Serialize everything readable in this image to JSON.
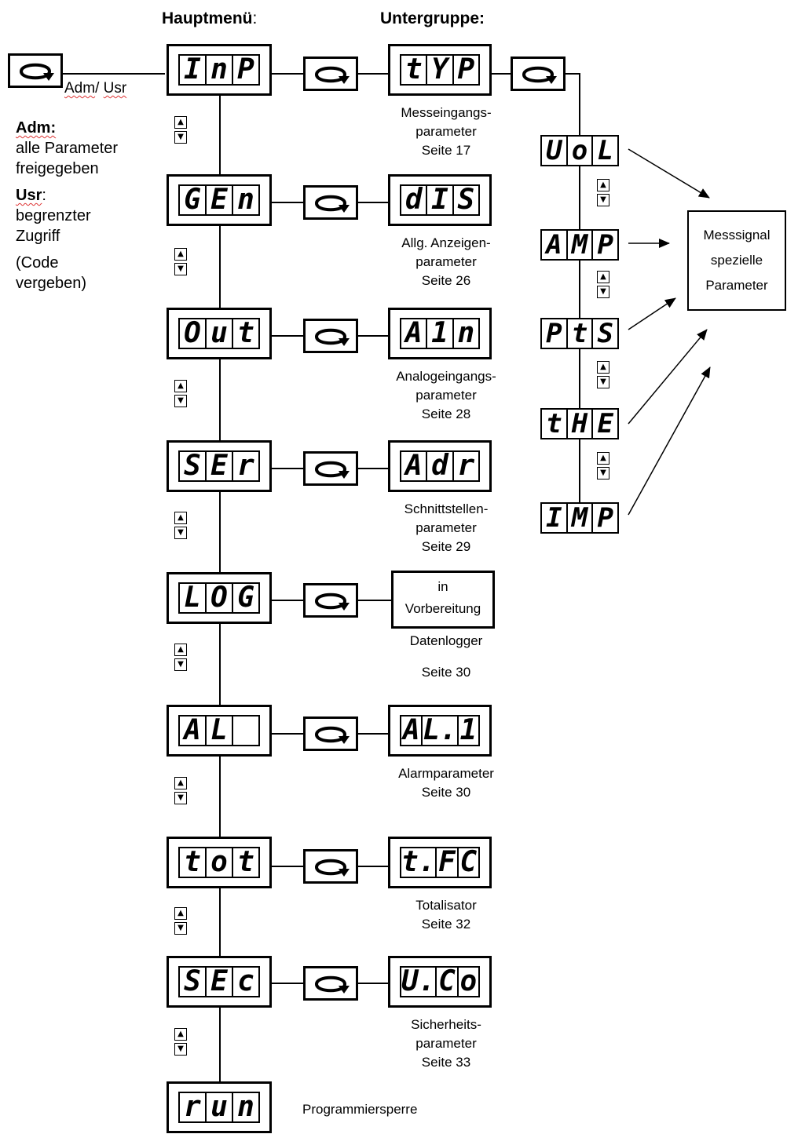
{
  "headings": {
    "main": "Hauptmenü",
    "main_colon": ":",
    "sub": "Untergruppe:"
  },
  "entry": {
    "label_adm": "Adm",
    "label_sep": "/",
    "label_usr": "Usr"
  },
  "notes": {
    "adm_title": "Adm:",
    "adm_line1": "alle Parameter",
    "adm_line2": "freigegeben",
    "usr_title": "Usr",
    "usr_colon": ":",
    "usr_line1": "begrenzter",
    "usr_line2": "Zugriff",
    "code_line1": "(Code",
    "code_line2": "vergeben)"
  },
  "main_menu": [
    {
      "code": [
        "I",
        "n",
        "P"
      ]
    },
    {
      "code": [
        "G",
        "E",
        "n"
      ]
    },
    {
      "code": [
        "O",
        "u",
        "t"
      ]
    },
    {
      "code": [
        "S",
        "E",
        "r"
      ]
    },
    {
      "code": [
        "L",
        "O",
        "G"
      ]
    },
    {
      "code": [
        "A",
        "L",
        " "
      ]
    },
    {
      "code": [
        "t",
        "o",
        "t"
      ]
    },
    {
      "code": [
        "S",
        "E",
        "c"
      ]
    },
    {
      "code": [
        "r",
        "u",
        "n"
      ]
    }
  ],
  "sub_menu": [
    {
      "code": [
        "t",
        "Y",
        "P"
      ],
      "caption": [
        "Messeingangs-",
        "parameter",
        "Seite 17"
      ]
    },
    {
      "code": [
        "d",
        "I",
        "S"
      ],
      "caption": [
        "Allg. Anzeigen-",
        "parameter",
        "Seite 26"
      ]
    },
    {
      "code": [
        "A",
        "1",
        "n"
      ],
      "caption": [
        "Analogeingangs-",
        "parameter",
        "Seite 28"
      ]
    },
    {
      "code": [
        "A",
        "d",
        "r"
      ],
      "caption": [
        "Schnittstellen-",
        "parameter",
        "Seite 29"
      ]
    },
    {
      "text": [
        "in",
        "Vorbereitung"
      ],
      "caption": [
        "Datenlogger",
        "",
        "Seite 30"
      ]
    },
    {
      "code": [
        "A",
        "L.",
        "1"
      ],
      "caption": [
        "Alarmparameter",
        "Seite 30"
      ]
    },
    {
      "code": [
        "t.",
        "F",
        "C"
      ],
      "caption": [
        "Totalisator",
        "Seite 32"
      ]
    },
    {
      "code": [
        "U.",
        "C",
        "o"
      ],
      "caption": [
        "Sicherheits-",
        "parameter",
        "Seite 33"
      ]
    }
  ],
  "run_caption": "Programmiersperre",
  "signal_types": [
    {
      "code": [
        "U",
        "o",
        "L"
      ]
    },
    {
      "code": [
        "A",
        "M",
        "P"
      ]
    },
    {
      "code": [
        "P",
        "t",
        "S"
      ]
    },
    {
      "code": [
        "t",
        "H",
        "E"
      ]
    },
    {
      "code": [
        "I",
        "M",
        "P"
      ]
    }
  ],
  "result_box": [
    "Messsignal",
    "spezielle",
    "Parameter"
  ],
  "arrow_glyphs": {
    "up": "▲",
    "down": "▼"
  }
}
